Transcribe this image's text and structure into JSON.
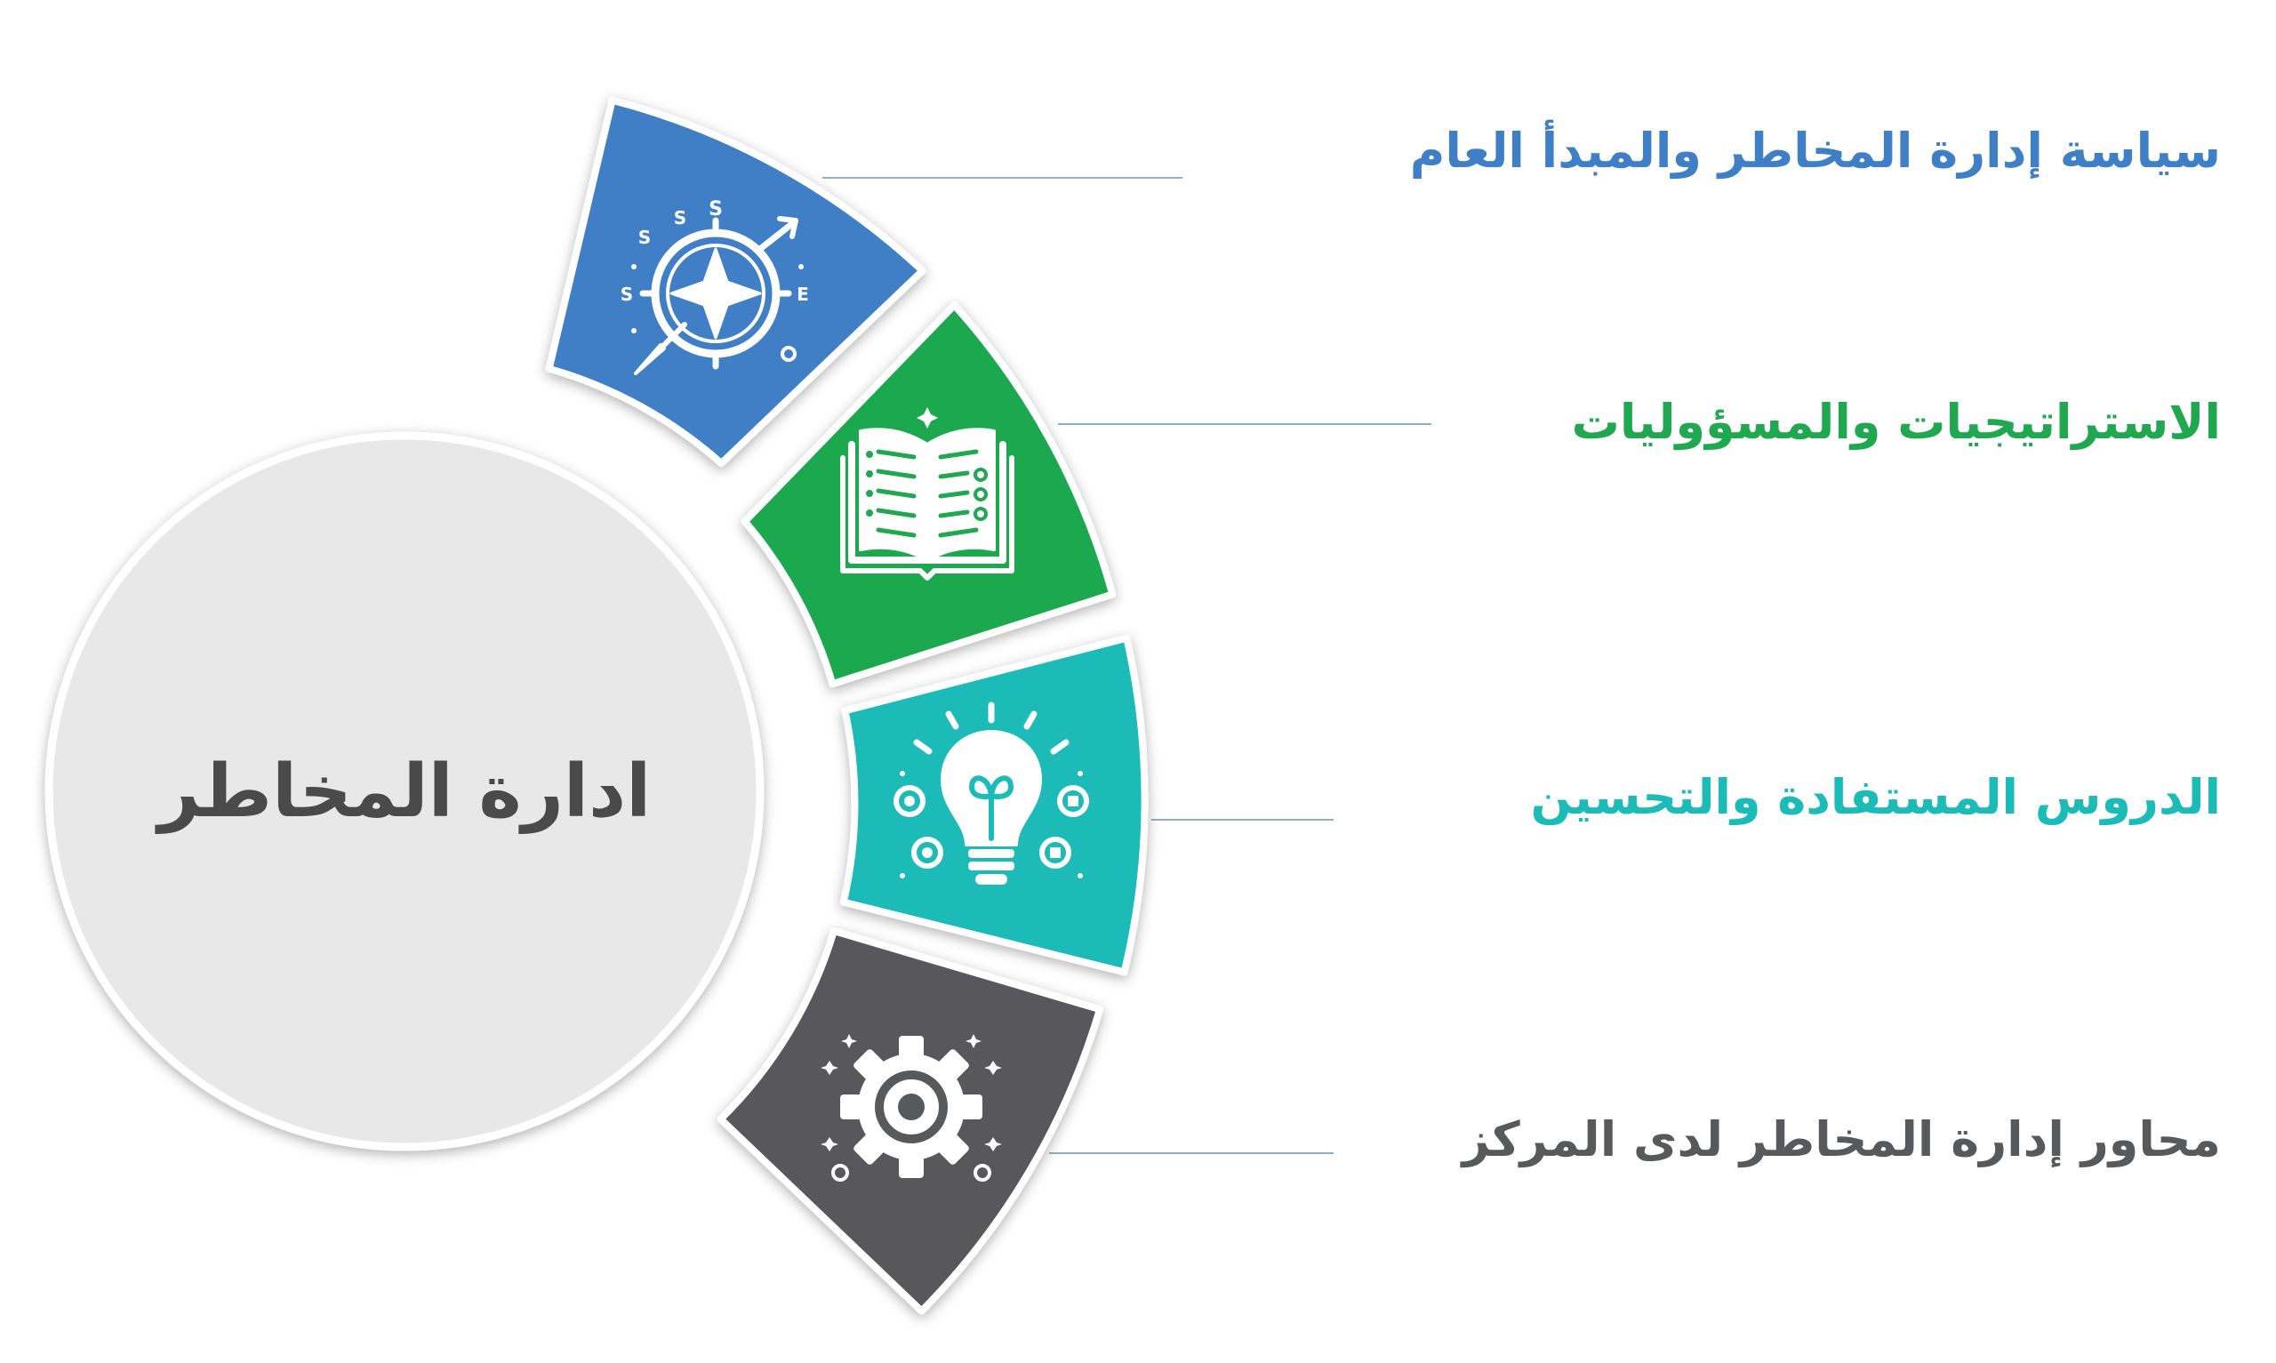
{
  "center": {
    "title": "ادارة المخاطر",
    "fill": "#e8e8e8",
    "text_color": "#4a4a4a"
  },
  "items": [
    {
      "label": "سياسة إدارة المخاطر والمبدأ العام",
      "color": "#3f7fc5",
      "icon": "compass-icon"
    },
    {
      "label": "الاستراتيجيات والمسؤوليات",
      "color": "#1fa84f",
      "icon": "open-book-icon"
    },
    {
      "label": "الدروس المستفادة والتحسين",
      "color": "#1bbbb8",
      "icon": "lightbulb-icon"
    },
    {
      "label": "محاور إدارة المخاطر لدى المركز",
      "color": "#58595b",
      "icon": "gear-icon"
    }
  ],
  "connector_color": "#8fb0c4"
}
